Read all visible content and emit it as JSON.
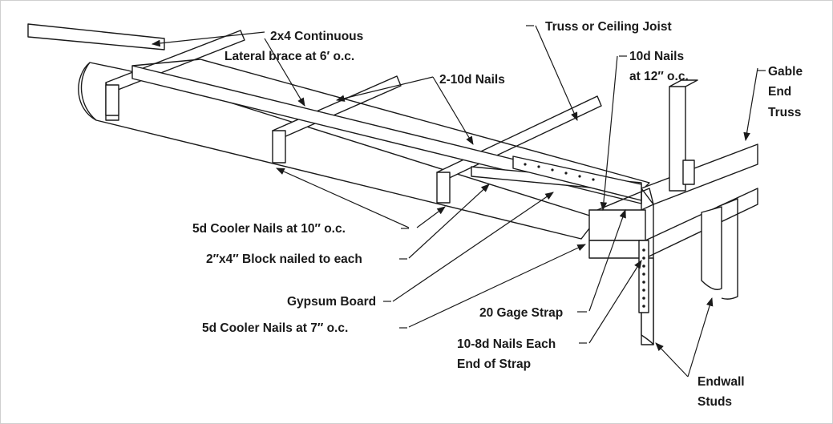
{
  "labels": {
    "continuous_brace_line1": "2x4 Continuous",
    "continuous_brace_line2": "Lateral brace at 6′ o.c.",
    "truss_or_ceiling_joist": "Truss or Ceiling Joist",
    "nails_10d_line1": "10d Nails",
    "nails_10d_line2": "at 12″ o.c.",
    "gable_end_truss_line1": "Gable",
    "gable_end_truss_line2": "End",
    "gable_end_truss_line3": "Truss",
    "nails_2_10d": "2-10d Nails",
    "cooler_nails_10": "5d Cooler Nails at 10″ o.c.",
    "block_nailed": "2″x4″ Block nailed to each",
    "gypsum_board": "Gypsum Board",
    "cooler_nails_7": "5d Cooler Nails at 7″ o.c.",
    "gage_strap": "20 Gage Strap",
    "nails_8d_line1": "10-8d Nails Each",
    "nails_8d_line2": "End of Strap",
    "endwall_studs_line1": "Endwall",
    "endwall_studs_line2": "Studs"
  },
  "colors": {
    "ink": "#1a1a1a",
    "paper": "#ffffff",
    "frame": "#cfcfcf"
  }
}
